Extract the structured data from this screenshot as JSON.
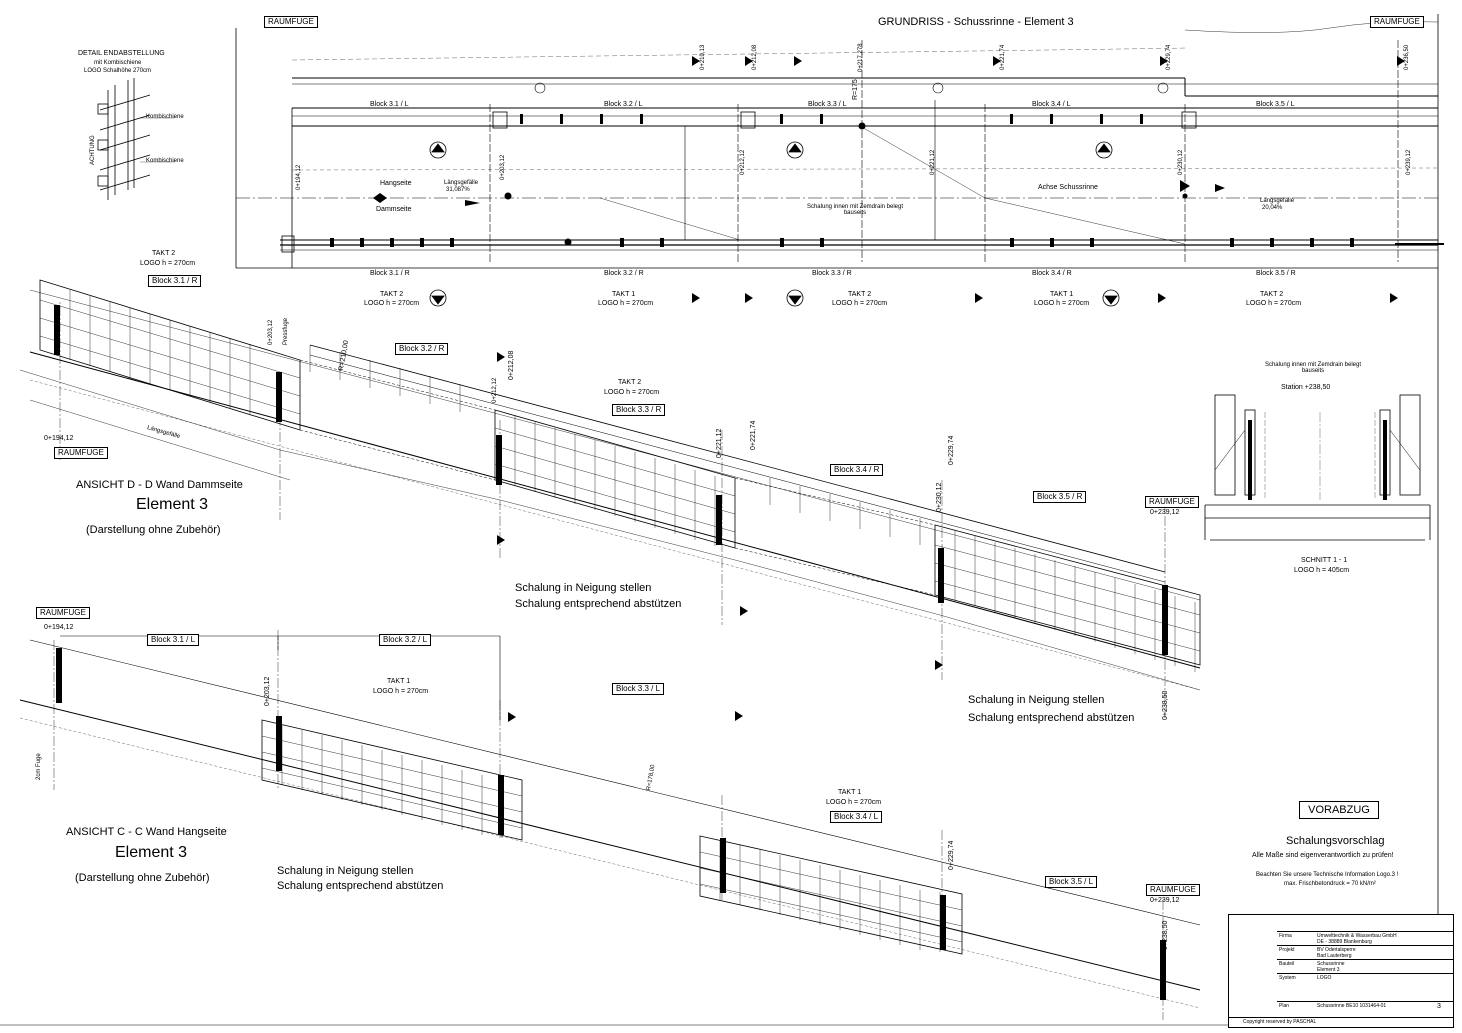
{
  "plan": {
    "title": "GRUNDRISS - Schussrinne - Element 3",
    "raumfuge_left": "RAUMFUGE",
    "raumfuge_right": "RAUMFUGE",
    "blocks_left": [
      "Block 3.1 / L",
      "Block 3.2 / L",
      "Block 3.3 / L",
      "Block 3.4 / L",
      "Block 3.5 / L"
    ],
    "blocks_right": [
      "Block 3.1 / R",
      "Block 3.2 / R",
      "Block 3.3 / R",
      "Block 3.4 / R",
      "Block 3.5 / R"
    ],
    "stations_top": [
      "0+210,13",
      "0+212,08",
      "0+217,278",
      "0+221,74",
      "0+229,74",
      "0+236,50"
    ],
    "stations_mid": [
      "0+194,12",
      "0+203,12",
      "0+212,12",
      "0+221,12",
      "0+230,12",
      "0+239,12"
    ],
    "hangseite": "Hangseite",
    "dammseite": "Dammseite",
    "gefaelle_1_label": "Längsgefälle",
    "gefaelle_1_value": "31,087%",
    "gefaelle_2_label": "Längsgefälle",
    "gefaelle_2_value": "20,04%",
    "achse": "Achse Schussrinne",
    "zemdrain_note": "Schalung innen mit Zemdrain belegt bauseits",
    "radius": "R=175",
    "takt_row": [
      {
        "takt": "TAKT 2",
        "logo": "LOGO h = 270cm"
      },
      {
        "takt": "TAKT 1",
        "logo": "LOGO h = 270cm"
      },
      {
        "takt": "TAKT 2",
        "logo": "LOGO h = 270cm"
      },
      {
        "takt": "TAKT 1",
        "logo": "LOGO h = 270cm"
      },
      {
        "takt": "TAKT 2",
        "logo": "LOGO h = 270cm"
      }
    ]
  },
  "detail": {
    "title": "DETAIL ENDABSTELLUNG",
    "line2": "mit Kombischiene",
    "line3": "LOGO Schalhöhe 270cm",
    "achtung": "ACHTUNG",
    "kombi1": "Kombischiene",
    "kombi2": "Kombischiene"
  },
  "view_dd": {
    "heading": "ANSICHT D - D  Wand Dammseite",
    "element": "Element 3",
    "note": "(Darstellung ohne Zubehör)",
    "raumfuge_left": "RAUMFUGE",
    "raumfuge_right": "RAUMFUGE",
    "station_start": "0+194,12",
    "station_end": "0+239,12",
    "takt_a": "TAKT 2",
    "logo_a": "LOGO h = 270cm",
    "block_a": "Block 3.1 / R",
    "block_b": "Block 3.2 / R",
    "takt_c": "TAKT 2",
    "logo_c": "LOGO h = 270cm",
    "block_c": "Block 3.3 / R",
    "block_d": "Block 3.4 / R",
    "block_e": "Block 3.5 / R",
    "radius": "R=210,00",
    "st_1": "0+212,08",
    "st_2": "0+221,74",
    "st_3": "0+229,74",
    "st_4": "0+230,12",
    "st_5": "0+238,50",
    "st_6": "0+203,12",
    "st_7": "0+212,12",
    "st_8": "0+221,12",
    "pressfuge": "Pressfuge",
    "gefaelle": "Längsgefälle",
    "instruction_1": "Schalung in Neigung stellen",
    "instruction_2": "Schalung entsprechend abstützen",
    "instruction_3": "Schalung in Neigung stellen",
    "instruction_4": "Schalung entsprechend abstützen"
  },
  "view_cc": {
    "heading": "ANSICHT C - C  Wand Hangseite",
    "element": "Element 3",
    "note": "(Darstellung ohne Zubehör)",
    "raumfuge_left": "RAUMFUGE",
    "raumfuge_right": "RAUMFUGE",
    "station_start": "0+194,12",
    "station_end": "0+239,12",
    "block_a": "Block 3.1 / L",
    "block_b": "Block 3.2 / L",
    "block_c": "Block 3.3 / L",
    "block_d": "Block 3.4 / L",
    "block_e": "Block 3.5 / L",
    "takt_b": "TAKT 1",
    "logo_b": "LOGO h = 270cm",
    "takt_d": "TAKT 1",
    "logo_d": "LOGO h = 270cm",
    "st_1": "0+203,12",
    "st_2": "0+229,74",
    "st_3": "0+238,50",
    "radius": "R=178,00",
    "fuge": "2cm Fuge",
    "instruction_1": "Schalung in Neigung stellen",
    "instruction_2": "Schalung entsprechend abstützen"
  },
  "section": {
    "note": "Schalung innen mit Zemdrain belegt bauseits",
    "station": "Station +238,50",
    "title": "SCHNITT 1 - 1",
    "logo": "LOGO h = 405cm"
  },
  "notes": {
    "vorabzug": "VORABZUG",
    "vorschlag": "Schalungsvorschlag",
    "masse": "Alle Maße sind eigenverantwortlich zu prüfen!",
    "info1": "Beachten Sie unsere Technische Information Logo.3 !",
    "info2": "max. Frischbetondruck = 70 kN/m²"
  },
  "title_block": {
    "firma_label": "Firma",
    "firma": "Umwelttechnik & Wasserbau GmbH",
    "adresse": "DE - 38889 Blankenburg",
    "projekt_label": "Projekt",
    "projekt": "BV Odertalsperre",
    "ort": "Bad Lauterberg",
    "bauteil_label": "Bauteil",
    "bauteil": "Schussrinne",
    "element": "Element 3",
    "system_label": "System",
    "system": "LOGO",
    "plan_label": "Plan",
    "plan": "Schussrinne  BE10   1031464-01",
    "blatt": "3",
    "copyright": "Copyright reserved by PASCHAL"
  }
}
